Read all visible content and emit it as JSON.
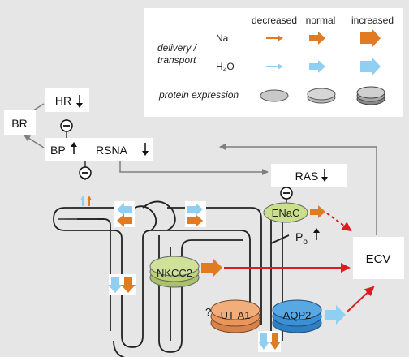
{
  "legend": {
    "col_decreased": "decreased",
    "col_normal": "normal",
    "col_increased": "increased",
    "row_delivery_line1": "delivery /",
    "row_delivery_line2": "transport",
    "row_na": "Na",
    "row_h2o": "H₂O",
    "row_protein": "protein expression"
  },
  "nodes": {
    "br": "BR",
    "hr": "HR",
    "bp": "BP",
    "rsna": "RSNA",
    "ras": "RAS",
    "ecv": "ECV",
    "enac": "ENaC",
    "po": "P",
    "po_sub": "o",
    "nkcc2": "NKCC2",
    "uta1": "UT-A1",
    "uta1_q": "?",
    "aqp2": "AQP2",
    "minus": "−"
  },
  "colors": {
    "background": "#e6e6e6",
    "sodium": "#e07b22",
    "water": "#8fd0f2",
    "red_arrow": "#d81e22",
    "gray_line": "#7f7f7f",
    "nkcc2_fill": "#c8d98f",
    "uta1_fill": "#efa56c",
    "aqp2_fill": "#3b8fd4",
    "enac_fill": "#c9df8b"
  },
  "icons": {
    "up_arrow": "up-arrow-icon",
    "down_arrow": "down-arrow-icon"
  }
}
